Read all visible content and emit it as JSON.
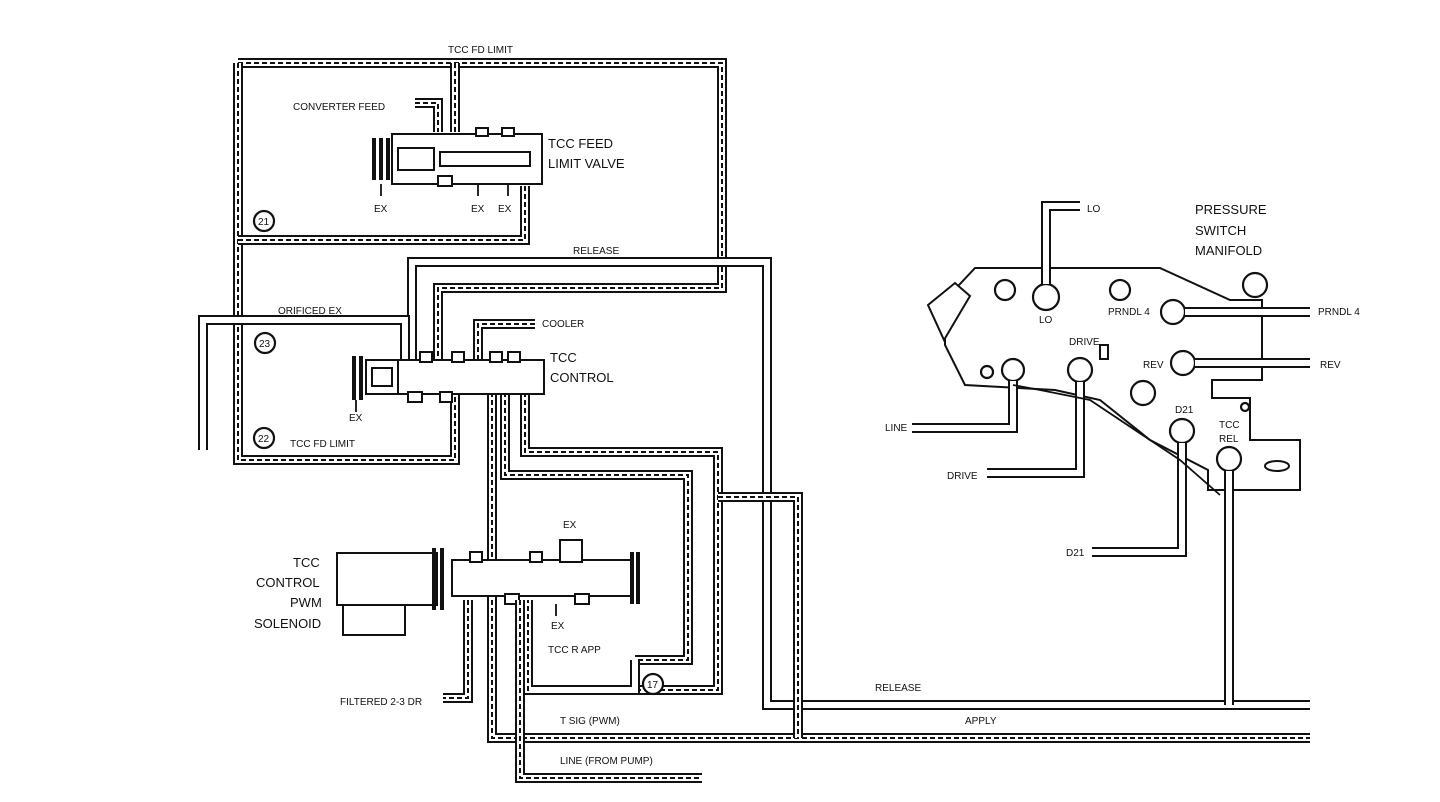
{
  "upper_valve": {
    "title_line1": "TCC FEED",
    "title_line2": "LIMIT VALVE",
    "top_line": "TCC FD LIMIT",
    "converter_feed": "CONVERTER FEED",
    "ex1": "EX",
    "ex2": "EX",
    "ex3": "EX",
    "orifice_21": "21"
  },
  "control_valve": {
    "title_line1": "TCC",
    "title_line2": "CONTROL",
    "release": "RELEASE",
    "orificed_ex": "ORIFICED EX",
    "cooler": "COOLER",
    "ex": "EX",
    "bottom_line": "TCC FD LIMIT",
    "orifice_23": "23",
    "orifice_22": "22"
  },
  "solenoid": {
    "line1": "TCC",
    "line2": "CONTROL",
    "line3": "PWM",
    "line4": "SOLENOID",
    "ex_top": "EX",
    "ex_bottom": "EX",
    "tcc_r_app": "TCC R APP",
    "orifice_17": "17",
    "filtered": "FILTERED 2-3 DR",
    "t_sig": "T SIG (PWM)",
    "line_pump": "LINE (FROM PUMP)"
  },
  "bottom_lines": {
    "release": "RELEASE",
    "apply": "APPLY"
  },
  "manifold": {
    "title_line1": "PRESSURE",
    "title_line2": "SWITCH",
    "title_line3": "MANIFOLD",
    "lo_top": "LO",
    "lo_port": "LO",
    "prndl_port": "PRNDL 4",
    "prndl_right": "PRNDL 4",
    "drive_port": "DRIVE",
    "rev_port": "REV",
    "rev_right": "REV",
    "d21_port": "D21",
    "tcc_line1": "TCC",
    "tcc_line2": "REL",
    "line_in": "LINE",
    "drive_in": "DRIVE",
    "d21_in": "D21"
  }
}
